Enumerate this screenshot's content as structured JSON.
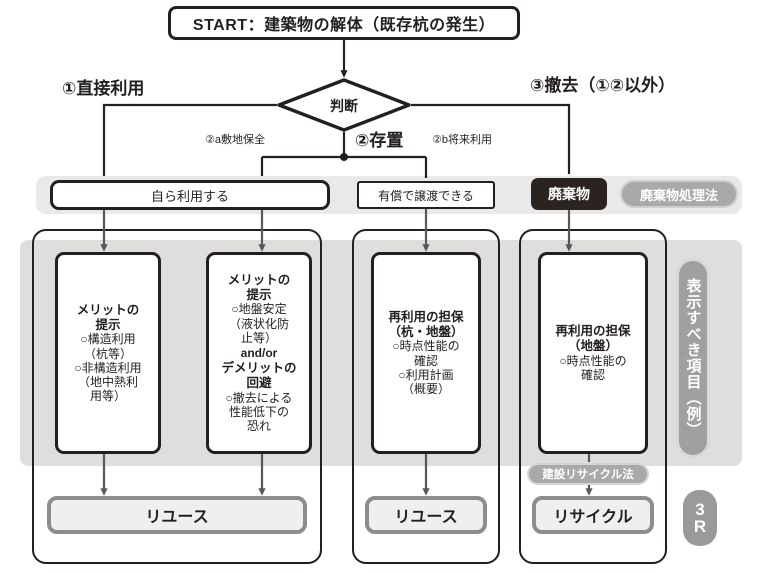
{
  "diagram": {
    "title_node": "START：建築物の解体（既存杭の発生）",
    "decision": "判断",
    "branches": {
      "direct": "①直接利用",
      "keep": "②存置",
      "remove": "③撤去（①②以外）",
      "keep_a": "②a敷地保全",
      "keep_b": "②b将来利用"
    },
    "row3": {
      "self_use": "自ら利用する",
      "paid_transfer": "有償で譲渡できる",
      "waste": "廃棄物",
      "waste_law_pill": "廃棄物処理法"
    },
    "cards": [
      {
        "name": "merit-structural",
        "heading_1": "メリットの",
        "heading_2": "提示",
        "lines": [
          "○構造利用",
          "（杭等）",
          "○非構造利用",
          "（地中熱利",
          "用等）"
        ]
      },
      {
        "name": "merit-ground-and-demerit",
        "heading_1": "メリットの",
        "heading_2": "提示",
        "lines": [
          "○地盤安定",
          "（液状化防",
          "止等）"
        ],
        "connector": "and/or",
        "heading_3": "デメリットの",
        "heading_4": "回避",
        "lines2": [
          "○撤去による",
          "性能低下の",
          "恐れ"
        ]
      },
      {
        "name": "reuse-guarantee-pile-ground",
        "heading_1": "再利用の担保",
        "heading_2": "（杭・地盤）",
        "lines": [
          "○時点性能の",
          "確認",
          "○利用計画",
          "（概要）"
        ]
      },
      {
        "name": "reuse-guarantee-ground",
        "heading_1": "再利用の担保",
        "heading_2": "（地盤）",
        "lines": [
          "○時点性能の",
          "確認"
        ]
      }
    ],
    "results": {
      "left": "リユース",
      "mid": "リユース",
      "right": "リサイクル"
    },
    "construction_recycle_law": "建設リサイクル法",
    "side_badge_vertical": "表示すべき項目（例）",
    "badge_3r_line1": "3",
    "badge_3r_line2": "R"
  },
  "colors": {
    "ink": "#231f20",
    "band_light": "#e9e9e9",
    "band_mid": "#dededd",
    "pill_gray": "#a9a9a9",
    "result_fill": "#efefef",
    "result_border": "#8d8d8d",
    "waste_fill": "#2b2320"
  }
}
